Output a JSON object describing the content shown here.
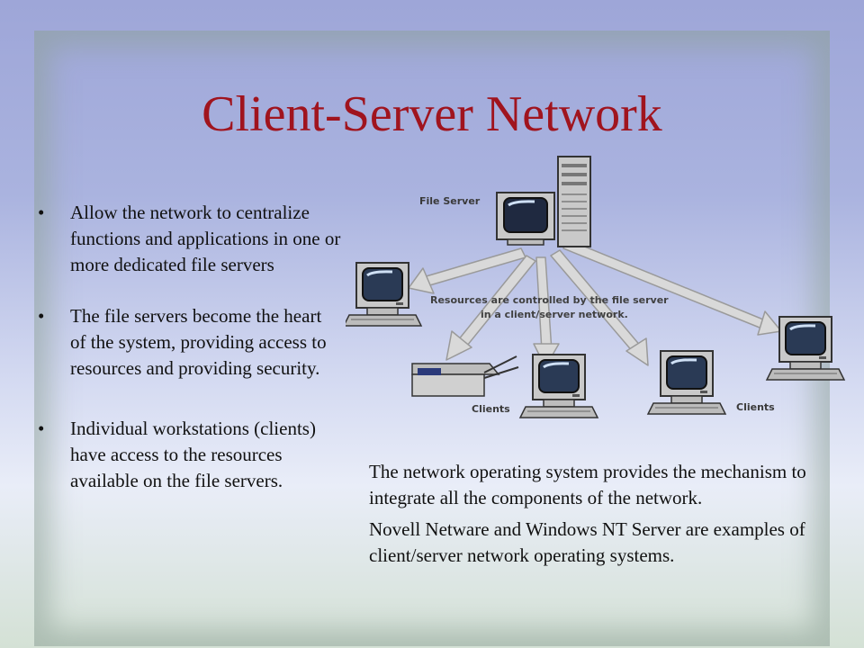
{
  "slide": {
    "title": "Client-Server Network",
    "bullets": [
      "Allow the network to centralize functions and applications in one or more dedicated file servers",
      "The file servers become the heart of the system, providing access to resources and providing security.",
      "Individual workstations (clients) have access to the resources available on the file servers."
    ],
    "paragraphs": [
      "The network operating system provides the mechanism to integrate all the components of the network.",
      "Novell Netware and Windows NT Server are examples of client/server network operating systems."
    ]
  },
  "diagram": {
    "file_server_label": "File Server",
    "caption_line1": "Resources are controlled by the file server",
    "caption_line2": "in a client/server network.",
    "clients_label_left": "Clients",
    "clients_label_right": "Clients"
  },
  "colors": {
    "title": "#a0141e",
    "arrow": "#d9d9d9"
  }
}
